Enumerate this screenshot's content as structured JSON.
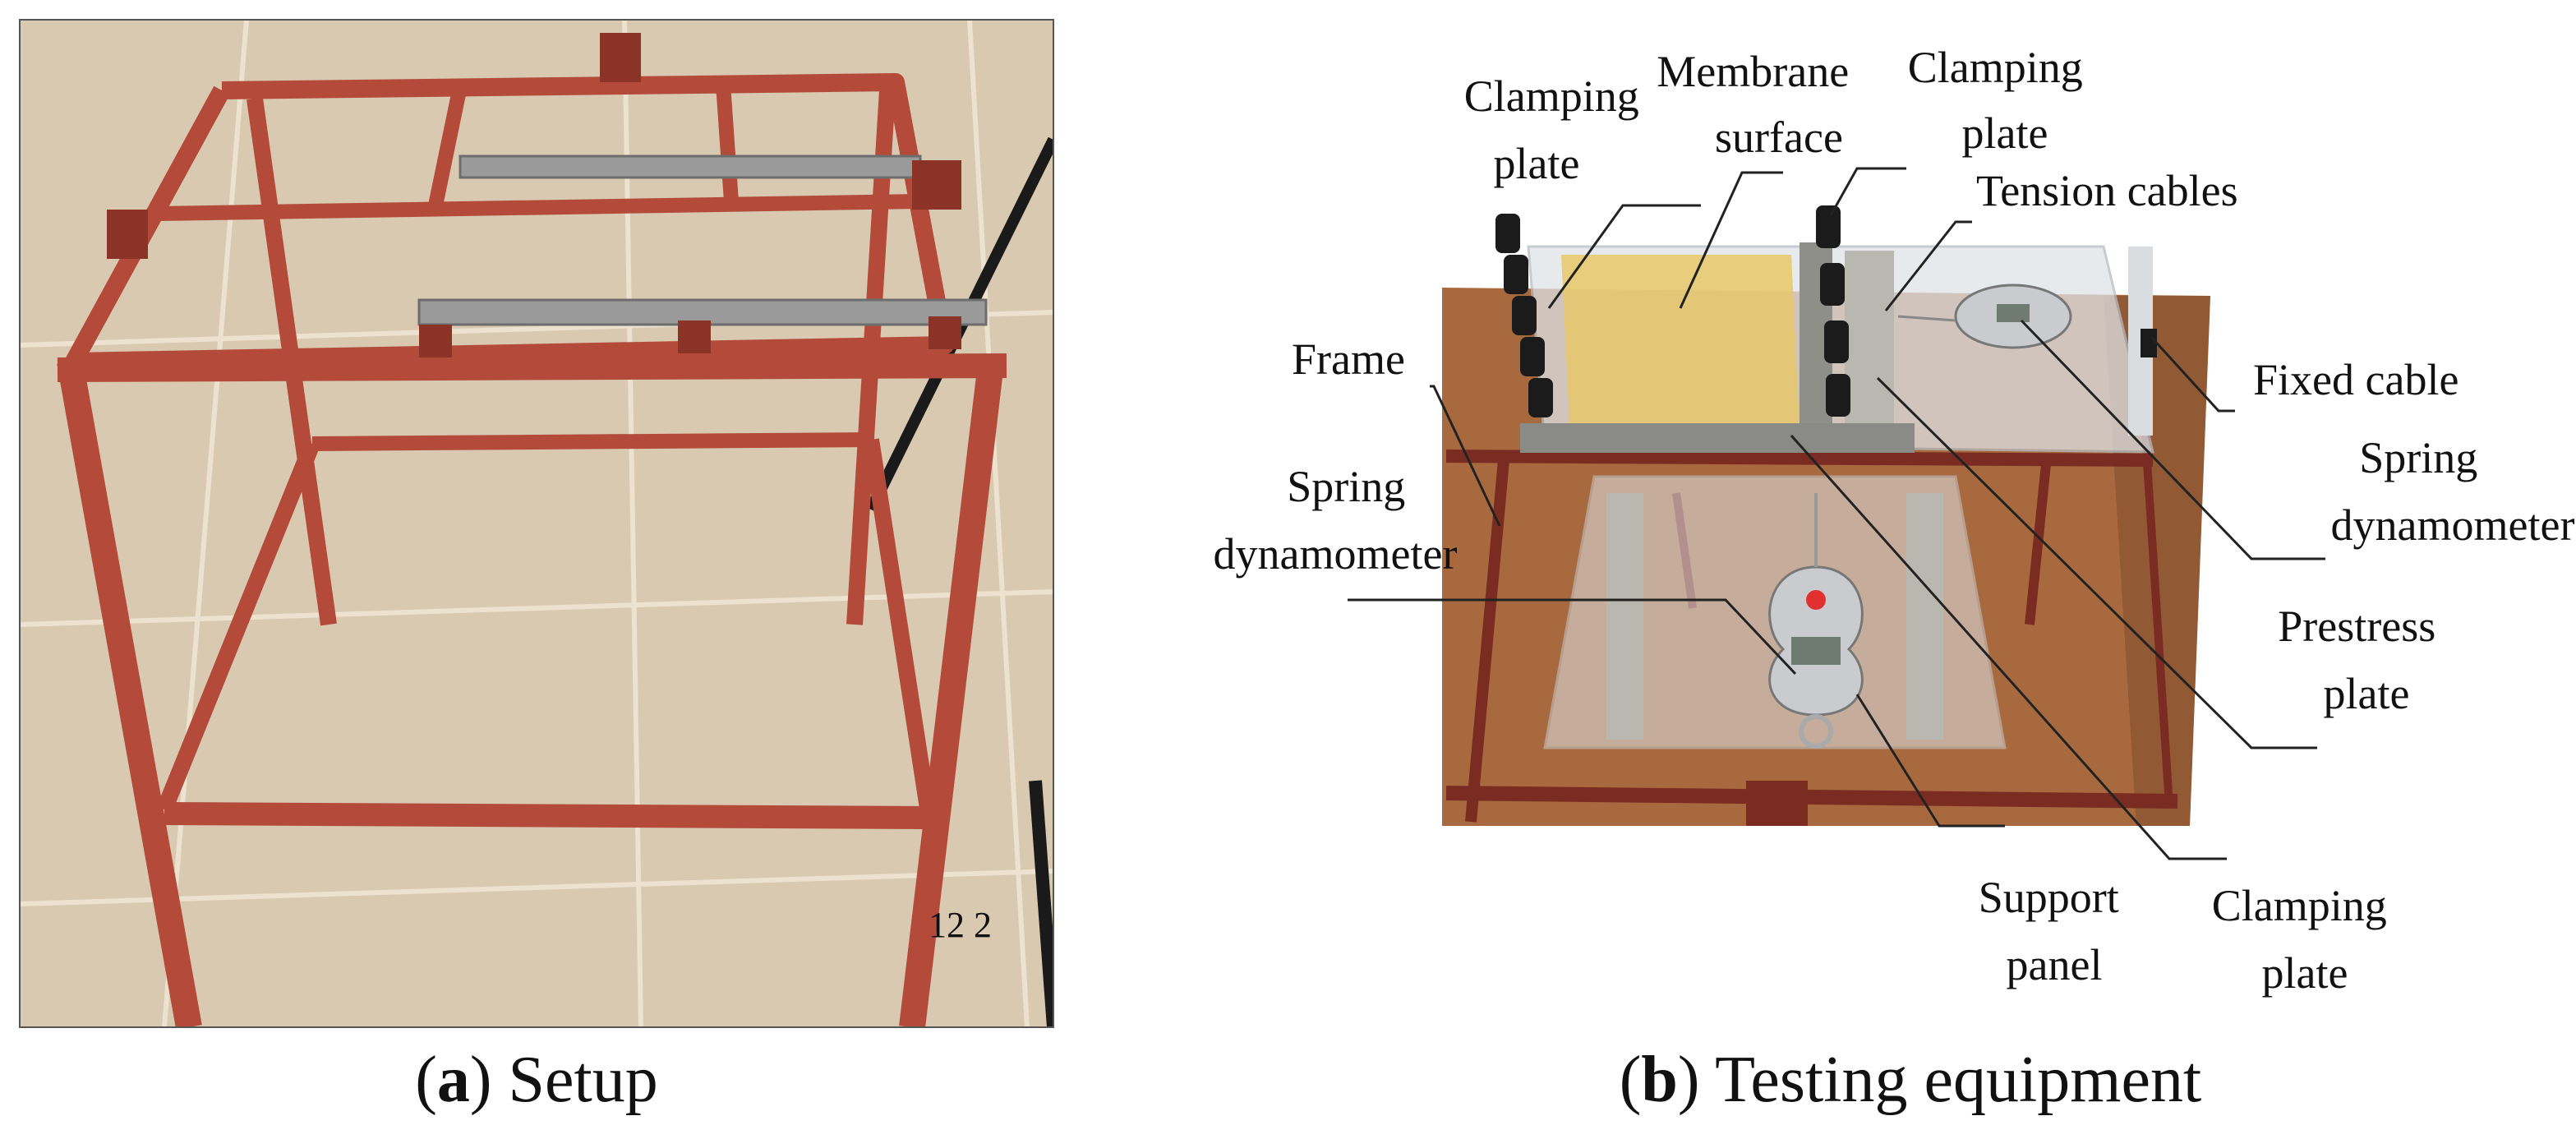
{
  "panel_a": {
    "caption_letter": "a",
    "caption_text": "Setup",
    "photo_date_stamp": "12  2",
    "colors": {
      "floor": "#d9c9b0",
      "floor_tile_line": "#f2e8d8",
      "frame": "#b34a3a",
      "frame_dark": "#8a3326",
      "steel": "#9a9a9a"
    }
  },
  "panel_b": {
    "caption_letter": "b",
    "caption_text": "Testing equipment",
    "colors": {
      "board": "#a8693e",
      "board_dark": "#7a4a2a",
      "frame": "#7a2c22",
      "membrane": "#e8c86a",
      "acrylic": "#dfe3e6",
      "clamp": "#1b1b1b",
      "bar": "#b8b8b0",
      "dynamometer": "#c9cbcf"
    },
    "labels": {
      "clamping_plate_left": [
        "Clamping",
        "plate"
      ],
      "membrane_surface": [
        "Membrane",
        "surface"
      ],
      "clamping_plate_top": [
        "Clamping",
        "plate"
      ],
      "tension_cables": "Tension cables",
      "frame": "Frame",
      "fixed_cable": "Fixed cable",
      "spring_dynamometer_right": [
        "Spring",
        "dynamometer"
      ],
      "spring_dynamometer_left": [
        "Spring",
        "dynamometer"
      ],
      "prestress_plate": [
        "Prestress",
        "plate"
      ],
      "support_panel": [
        "Support",
        "panel"
      ],
      "clamping_plate_bottom": [
        "Clamping",
        "plate"
      ]
    }
  }
}
